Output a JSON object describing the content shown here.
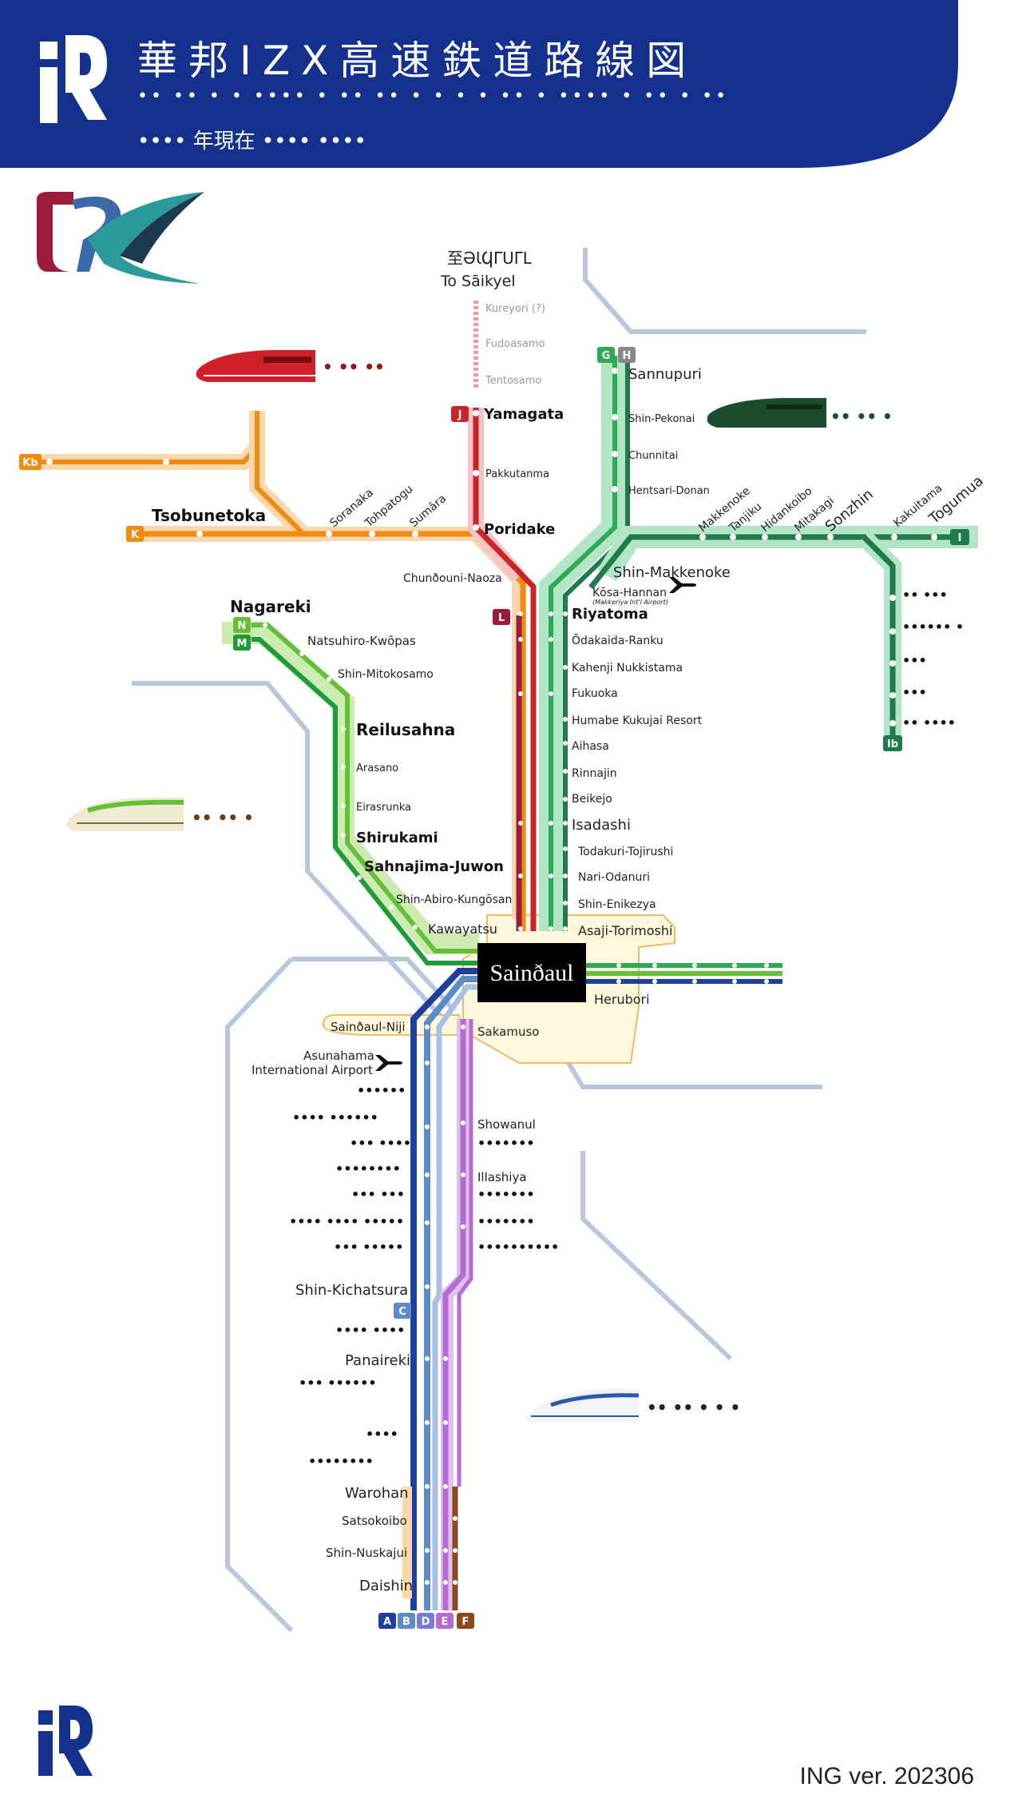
{
  "header": {
    "title": "華邦IZX高速鉄道路線図",
    "dots": "•• •• • • •••• • •• •• • • • • •• • •••• • •• • ••",
    "subtitle": "•••• 年現在 •••• ••••",
    "bg_color": "#14318e"
  },
  "footer": {
    "version": "ING ver. 202306"
  },
  "destination": {
    "native": "至ƏƖϤΓUΓԼ",
    "english": "To Sāikyel"
  },
  "hub": {
    "name": "Sainðaul"
  },
  "badges": {
    "kb": "Kb",
    "k": "K",
    "j": "J",
    "l": "L",
    "g": "G",
    "h": "H",
    "i": "I",
    "ib": "Ib",
    "n": "N",
    "m": "M",
    "c": "C",
    "a": "A",
    "b": "B",
    "d": "D",
    "e": "E",
    "f": "F"
  },
  "stations": {
    "kureyori": "Kureyori (?)",
    "fudoasamo": "Fudoasamo",
    "tentosamo": "Tentosamo",
    "yamagata": "Yamagata",
    "pakkutanma": "Pakkutanma",
    "poridake": "Poridake",
    "chundouni": "Chunðouni-Naoza",
    "tsobunetoka": "Tsobunetoka",
    "soranaka": "Soranaka",
    "tohpatogu": "Tohpatogu",
    "sumara": "Sumāra",
    "riyatoma": "Riyatoma",
    "odakaida": "Ōdakaida-Ranku",
    "kahenji": "Kahenji Nukkistama",
    "fukuoka": "Fukuoka",
    "humabe": "Humabe Kukujai Resort",
    "aihasa": "Aihasa",
    "rinnajin": "Rinnajin",
    "beikejo": "Beikejo",
    "isadashi": "Isadashi",
    "todakuri": "Todakuri-Tojirushi",
    "nari": "Nari-Odanuri",
    "shin_enikezya": "Shin-Enikezya",
    "asaji": "Asaji-Torimoshi",
    "sannupuri": "Sannupuri",
    "shin_pekonai": "Shin-Pekonai",
    "chunnitai": "Chunnitai",
    "hentsari": "Hentsari-Donan",
    "shin_makkenoke": "Shin-Makkenoke",
    "kosa": "Kōsa-Hannan",
    "kosa_sub": "(Makkeriya Int'l Airport)",
    "makkenoke": "Makkenoke",
    "tanjiku": "Tanjiku",
    "hidankoibo": "Hidankoibo",
    "mitakagi": "Mitakagi",
    "sonzhin": "Sonzhin",
    "kakuitama": "Kakuitama",
    "togumua": "Togumua",
    "nagareki": "Nagareki",
    "natsuhiro": "Natsuhiro-Kwōpas",
    "shin_mitokosamo": "Shin-Mitokosamo",
    "reilusahna": "Reilusahna",
    "arasano": "Arasano",
    "eirasrunka": "Eirasrunka",
    "shirukami": "Shirukami",
    "sahnajima": "Sahnajima-Juwon",
    "shin_abiro": "Shin-Abiro-Kungōsan",
    "kawayatsu": "Kawayatsu",
    "herubori": "Herubori",
    "sainðaul_niji": "Sainðaul-Niji",
    "sakamuso": "Sakamuso",
    "asunahama1": "Asunahama",
    "asunahama2": "International Airport",
    "showanul": "Showanul",
    "illashiya": "Illashiya",
    "shin_kichatsura": "Shin-Kichatsura",
    "panaireki": "Panaireki",
    "warohan": "Warohan",
    "satsokoibo": "Satsokoibo",
    "shin_nuskajui": "Shin-Nuskajui",
    "daishin": "Daishin"
  },
  "dot_labels": {
    "red_train": "• •• ••",
    "green_train": "•• •• •",
    "cream_train": "•• •• •",
    "blue_train": "•• •• • • •",
    "s1": "••••••",
    "s2": "•••• ••••••",
    "s3": "••• ••••",
    "s4": "••••••••",
    "s5": "••• •••",
    "s6": "•••• •••• •••••",
    "s7": "••• •••••",
    "s8": "•••• ••••",
    "s9": "••• ••••••",
    "s10": "••••",
    "s11": "••••••••",
    "w1": "•••••••",
    "w2": "•••••••",
    "w3": "•••••••",
    "w4": "••••••••••",
    "e1": "•• •••",
    "e2": "•••••• •",
    "e3": "•••",
    "e4": "•••",
    "e5": "•• ••••"
  },
  "colors": {
    "navy": "#14318e",
    "orange": "#f08a10",
    "red": "#c8242b",
    "maroon": "#9b1b3a",
    "green_dark": "#1f7a4e",
    "green_mid": "#2eaa55",
    "green_light": "#66c037",
    "blue_dark": "#1e3f9e",
    "blue_light": "#5b8cc8",
    "purple": "#b56bd0",
    "brown": "#8a4a1c",
    "gray_line": "#b8c8dc"
  }
}
